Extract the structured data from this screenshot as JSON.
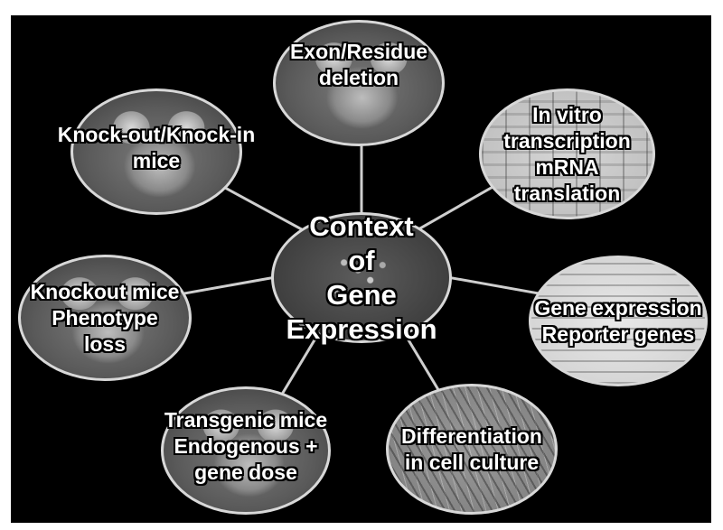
{
  "diagram": {
    "center": {
      "lines": [
        "Context",
        "of",
        "Gene",
        "Expression"
      ]
    },
    "nodes": [
      {
        "id": "exon-residue-deletion",
        "lines": [
          "Exon/Residue",
          "deletion"
        ]
      },
      {
        "id": "in-vitro-transcription",
        "lines": [
          "In vitro",
          "transcription",
          "mRNA",
          "translation"
        ]
      },
      {
        "id": "gene-expression-reporter",
        "lines": [
          "Gene expression",
          "Reporter genes"
        ]
      },
      {
        "id": "differentiation-cell-culture",
        "lines": [
          "Differentiation",
          "in cell culture"
        ]
      },
      {
        "id": "transgenic-mice",
        "lines": [
          "Transgenic mice",
          "Endogenous +",
          "gene dose"
        ]
      },
      {
        "id": "knockout-phenotype",
        "lines": [
          "Knockout mice",
          "Phenotype",
          "loss"
        ]
      },
      {
        "id": "knockout-knockin",
        "lines": [
          "Knock-out/Knock-in",
          "mice"
        ]
      }
    ]
  },
  "colors": {
    "background": "#000000",
    "connector": "#cfcfcf",
    "text": "#ffffff",
    "node_border": "#d8d8d8"
  }
}
